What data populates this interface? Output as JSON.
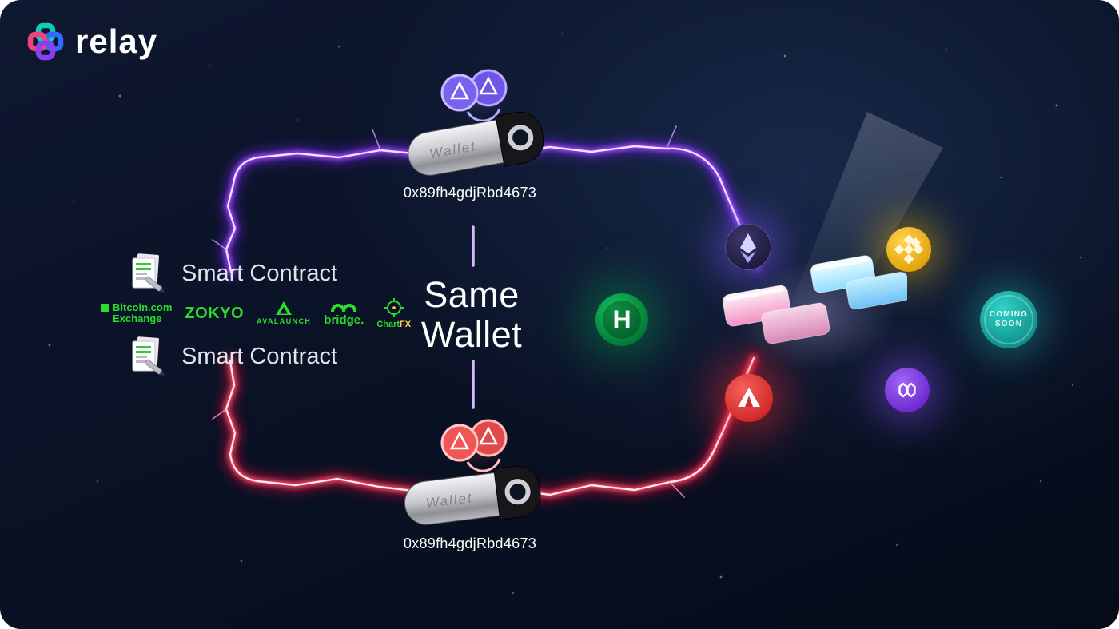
{
  "logo": {
    "text": "relay"
  },
  "left": {
    "smart_contract_top": "Smart Contract",
    "smart_contract_bottom": "Smart Contract",
    "partners": [
      {
        "id": "bitcoin-com-exchange",
        "line1": "Bitcoin.com",
        "line2": "Exchange"
      },
      {
        "id": "zokyo",
        "label": "ZOKYO"
      },
      {
        "id": "avalaunch",
        "label": "AVALAUNCH"
      },
      {
        "id": "bridge",
        "label": "bridge."
      },
      {
        "id": "chartfx",
        "part1": "Chart",
        "part2": "FX"
      }
    ]
  },
  "center": {
    "line1": "Same",
    "line2": "Wallet"
  },
  "wallets": {
    "top": {
      "device_label": "Wallet",
      "address": "0x89fh4gdjRbd4673"
    },
    "bottom": {
      "device_label": "Wallet",
      "address": "0x89fh4gdjRbd4673"
    }
  },
  "chains": [
    {
      "id": "huobi-heco",
      "glyph": "H"
    },
    {
      "id": "ethereum"
    },
    {
      "id": "bnb-chain"
    },
    {
      "id": "avalanche"
    },
    {
      "id": "polygon"
    },
    {
      "id": "coming-soon",
      "line1": "COMING",
      "line2": "SOON"
    }
  ],
  "colors": {
    "background": "#0a1226",
    "arc_top": "#a32bff",
    "arc_bottom": "#ff1038",
    "partner_green": "#2bdc2b",
    "bnb_gold": "#f0b90b",
    "avalanche_red": "#e84142",
    "polygon_purple": "#8247e5",
    "heco_green": "#059b46",
    "coming_soon_teal": "#23c4bc"
  }
}
